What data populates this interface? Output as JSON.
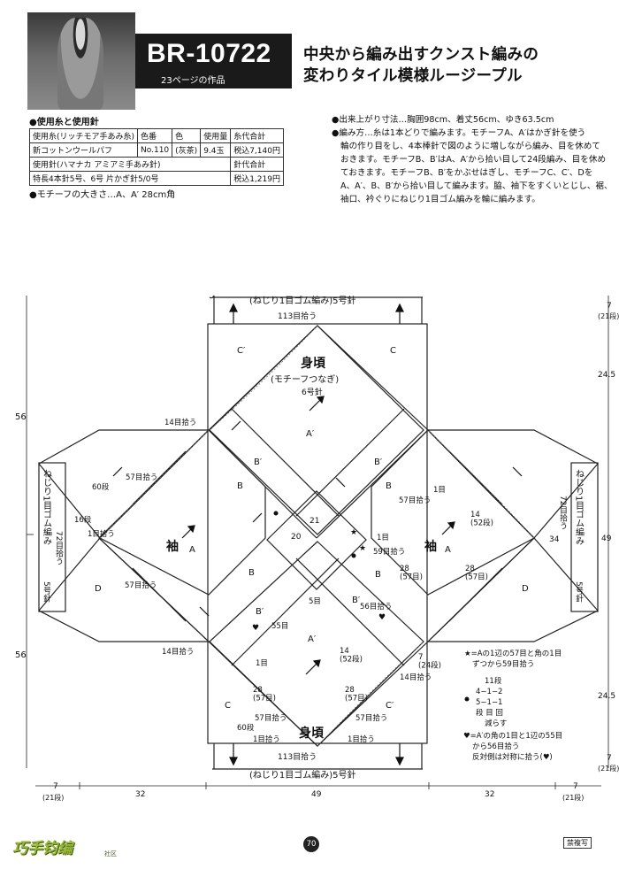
{
  "header": {
    "code": "BR-10722",
    "page_ref": "23ページの作品",
    "title_line1": "中央から編み出すクンスト編みの",
    "title_line2": "変わりタイル模様ルージープル"
  },
  "materials": {
    "heading": "●使用糸と使用針",
    "table": {
      "h_yarn": "使用糸(リッチモア手あみ糸)",
      "h_num": "色番",
      "h_color": "色",
      "h_qty": "使用量",
      "h_total": "糸代合計",
      "yarn": "新コットンウールパフ",
      "num": "No.110",
      "color": "(灰茶)",
      "qty": "9.4玉",
      "yarn_price": "税込7,140円",
      "h_needle": "使用針(ハマナカ アミアミ手あみ針)",
      "h_needle_total": "針代合計",
      "needle": "特長4本針5号、6号 片かぎ針5/0号",
      "needle_price": "税込1,219円"
    },
    "motif_size": "●モチーフの大きさ…A、A′ 28cm角"
  },
  "instructions": {
    "line1": "●出来上がり寸法…胸囲98cm、着丈56cm、ゆき63.5cm",
    "line2": "●編み方…糸は1本どりで編みます。モチーフA、A′はかぎ針を使う",
    "line3": "輪の作り目をし、4本棒針で図のように増しながら編み、目を休めて",
    "line4": "おきます。モチーフB、B′はA、A′から拾い目して24段編み、目を休め",
    "line5": "ておきます。モチーフB、B′をかぶせはぎし、モチーフC、C′、Dを",
    "line6": "A、A′、B、B′から拾い目して編みます。脇、袖下をすくいとじし、裾、",
    "line7": "袖口、衿ぐりにねじり1目ゴム編みを輪に編みます。"
  },
  "diagram": {
    "rib_top": "(ねじり1目ゴム編み)5号針",
    "pick_top": "113目拾う",
    "rib_bottom": "(ねじり1目ゴム編み)5号針",
    "pick_bottom": "113目拾う",
    "body_top": "身頃",
    "body_top_sub": "(モチーフつなぎ)",
    "needle6": "6号針",
    "body_bottom": "身頃",
    "sleeve": "袖",
    "A": "A",
    "A_prime": "A′",
    "B": "B",
    "B_prime": "B′",
    "C": "C",
    "C_prime": "C′",
    "D": "D",
    "cuff": "ねじり1目ゴム編み",
    "cuff_needle": "5号針",
    "pick72": "72目拾う",
    "pick1": "1目拾う",
    "pick14": "14目拾う",
    "pick57": "57目拾う",
    "pick59": "59目拾う",
    "pick56": "56目拾う",
    "pick55": "55目",
    "one": "1目",
    "five": "5目",
    "n14_52": "14\n(52段)",
    "n28_57": "28\n(57目)",
    "rows60": "60段",
    "rows16": "16段",
    "rows7": "7\n(24段)",
    "n20": "20",
    "n21": "21",
    "left_56a": "56",
    "left_56b": "56",
    "right_7": "7",
    "right_21": "(21段)",
    "right_245a": "24.5",
    "right_49": "49",
    "right_245b": "24.5",
    "bottom_7": "7",
    "bottom_21": "(21段)",
    "bottom_32": "32",
    "bottom_49": "49",
    "sleeve_width": "34"
  },
  "notes": {
    "star": "★=Aの1辺の57目と角の1目",
    "star2": "ずつから59目拾う",
    "dot_rows": "11段",
    "dot_a": "4−1−2",
    "dot_b": "5−1−1",
    "dot_c": "段 目 回",
    "dot_d": "減らす",
    "heart": "♥=A′の角の1目と1辺の55目",
    "heart2": "から56目拾う",
    "heart3": "反対側は対称に拾う(♥)"
  },
  "footer": {
    "page": "70",
    "logo": "巧手钧编",
    "logo_sub": "社区",
    "stamp": "禁複写"
  }
}
